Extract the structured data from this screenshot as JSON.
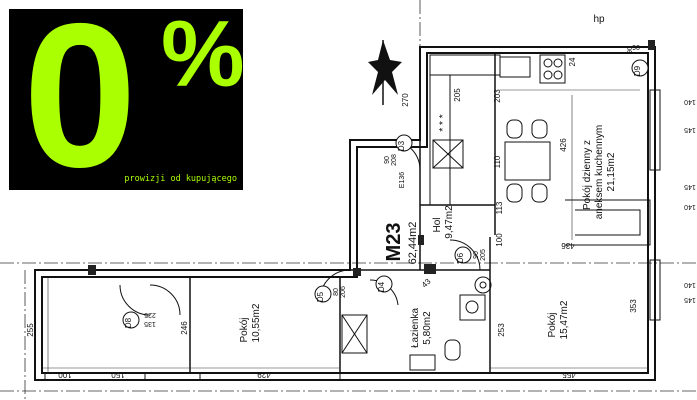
{
  "promo": {
    "big": "0",
    "percent": "%",
    "note": "prowizji od kupującego"
  },
  "plan": {
    "unit_code": "M23",
    "unit_area": "62,44m2",
    "rooms": [
      {
        "name": "Pokój dzienny z",
        "line2": "aneksem kuchennym",
        "area": "21,15m2"
      },
      {
        "name": "Hol",
        "area": "9,47m2"
      },
      {
        "name": "Pokój",
        "area": "10,55m2"
      },
      {
        "name": "Pokój",
        "area": "15,47m2"
      },
      {
        "name": "Łazienka",
        "area": "5,80m2"
      }
    ],
    "doors": [
      "D3",
      "D4",
      "D5",
      "D6",
      "D8",
      "D9"
    ],
    "door_dims": {
      "d3a": "90",
      "d3b": "208",
      "d6a": "90",
      "d6b": "205",
      "d5a": "80",
      "d5b": "206",
      "d8a": "135",
      "d8b": "225",
      "d9": "90"
    },
    "dims": {
      "kitchen_w": "270",
      "kitchen_w2": "203",
      "kitchen_h": "205",
      "kitchen_s": "24",
      "corner": "90",
      "living_h": "426",
      "living_h2": "436",
      "col_h": "110",
      "hall_w": "113",
      "hall_h": "100",
      "win": "140",
      "room_w": "429",
      "room_w2": "455",
      "room_h": "353",
      "room_h2": "253",
      "terrace_w": "150",
      "terrace_w2": "100",
      "terrace_h": "255",
      "terrace_h2": "246",
      "bath": "43",
      "side": "145",
      "code": "E136",
      "marks": "* * *",
      "hp": "hp"
    }
  }
}
